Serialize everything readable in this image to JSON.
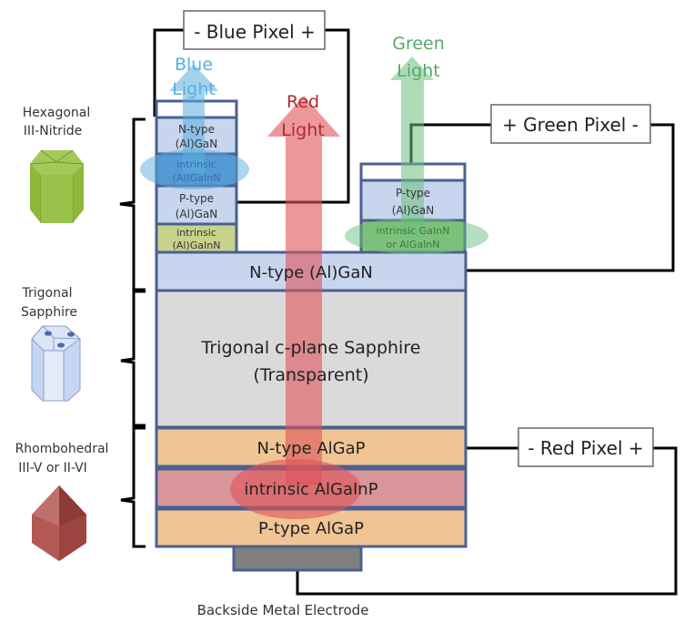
{
  "colors": {
    "layer_border": "#4a6090",
    "blue_layer": "#c8d5ee",
    "blue_active": "#4f86c8",
    "green_active": "#8fc07a",
    "yellowgreen_active": "#c7d38a",
    "sapphire": "#dadada",
    "algap": "#f1c493",
    "algainp": "#d8959a",
    "electrode": "#7f7f7f",
    "blue_light": "#5aaee0",
    "red_light": "#e0545a",
    "green_light": "#6cc07e",
    "wire": "#000000",
    "text": "#222222",
    "hex_crystal": "#8db83a",
    "sapphire_crystal": "#c6d6f2",
    "rhombo_crystal": "#a94a46"
  },
  "crystals": [
    {
      "label_line1": "Hexagonal",
      "label_line2": "III-Nitride",
      "icon": "hexagonal-prism-icon"
    },
    {
      "label_line1": "Trigonal",
      "label_line2": "Sapphire",
      "icon": "trigonal-sapphire-icon"
    },
    {
      "label_line1": "Rhombohedral",
      "label_line2": "III-V or II-VI",
      "icon": "rhombohedral-cube-icon"
    }
  ],
  "blue_stack": {
    "layers": [
      {
        "line1": "",
        "line2": ""
      },
      {
        "line1": "N-type",
        "line2": "(Al)GaN"
      },
      {
        "line1": "intrinsic",
        "line2": "(Al)GaInN"
      },
      {
        "line1": "P-type",
        "line2": "(Al)GaN"
      },
      {
        "line1": "intrinsic",
        "line2": "(Al)GaInN"
      }
    ]
  },
  "green_stack": {
    "layers": [
      {
        "line1": "",
        "line2": ""
      },
      {
        "line1": "P-type",
        "line2": "(Al)GaN"
      },
      {
        "line1": "intrinsic GaInN",
        "line2": "or AlGaInN"
      }
    ]
  },
  "main_stack": {
    "n_type_gan": "N-type (Al)GaN",
    "sapphire_line1": "Trigonal c-plane Sapphire",
    "sapphire_line2": "(Transparent)",
    "n_type_algap": "N-type AlGaP",
    "intrinsic_algainp": "intrinsic AlGaInP",
    "p_type_algap": "P-type AlGaP"
  },
  "lights": {
    "blue": {
      "line1": "Blue",
      "line2": "Light"
    },
    "red": {
      "line1": "Red",
      "line2": "Light"
    },
    "green": {
      "line1": "Green",
      "line2": "Light"
    }
  },
  "pixels": {
    "blue": "- Blue Pixel +",
    "green": "+ Green Pixel -",
    "red": "- Red Pixel +"
  },
  "electrode_label": "Backside Metal Electrode"
}
